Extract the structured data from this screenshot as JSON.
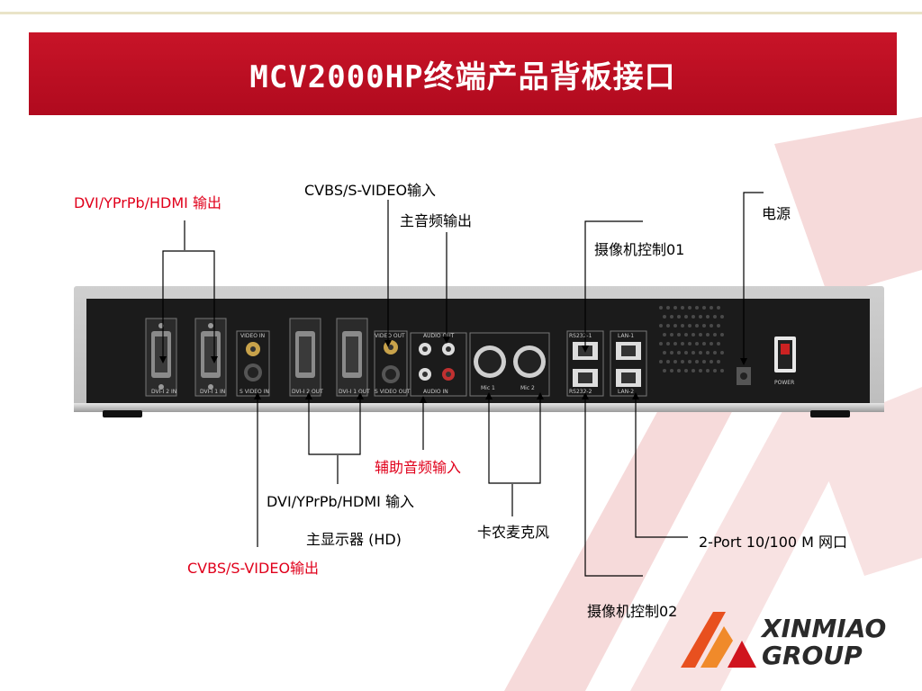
{
  "slide": {
    "title": "MCV2000HP终端产品背板接口"
  },
  "labels": {
    "dvi_out": "DVI/YPrPb/HDMI 输出",
    "cvbs_in": "CVBS/S-VIDEO输入",
    "main_audio_out": "主音频输出",
    "power": "电源",
    "camera_ctrl_01": "摄像机控制01",
    "aux_audio_in": "辅助音频输入",
    "dvi_in": "DVI/YPrPb/HDMI 输入",
    "main_display": "主显示器 (HD)",
    "cvbs_out": "CVBS/S-VIDEO输出",
    "xlr_mic": "卡农麦克风",
    "lan": "2-Port 10/100 M 网口",
    "camera_ctrl_02": "摄像机控制02"
  },
  "panel_labels": {
    "dvi2_in": "DVI-I 2 IN",
    "dvi1_in": "DVI-I 1 IN",
    "video_in": "VIDEO IN",
    "s_video_in": "S VIDEO IN",
    "dvi2_out": "DVI-I 2 OUT",
    "dvi1_out": "DVI-I 1 OUT",
    "video_out": "VIDEO OUT",
    "s_video_out": "S VIDEO OUT",
    "audio_out": "AUDIO OUT",
    "audio_in": "AUDIO IN",
    "mic1": "Mic 1",
    "mic2": "Mic 2",
    "rs232_1": "RS232-1",
    "rs232_2": "RS232-2",
    "lan1": "LAN-1",
    "lan2": "LAN-2",
    "power_switch": "POWER"
  },
  "logo": {
    "line1": "XINMIAO",
    "line2": "GROUP"
  },
  "colors": {
    "banner": "#c81428",
    "accent_red": "#e0001b",
    "decor": "#f6dada"
  }
}
